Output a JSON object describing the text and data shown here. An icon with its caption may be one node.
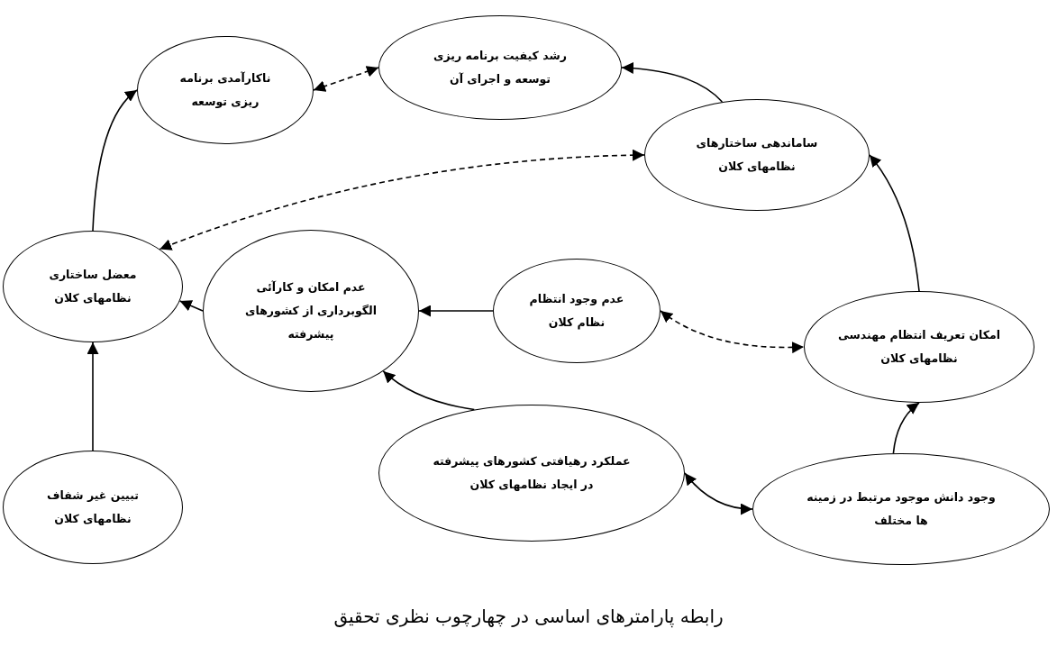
{
  "diagram": {
    "caption": "رابطه پارامترهای اساسی در چهارچوب نظری تحقیق",
    "nodes": [
      {
        "text": [
          "ناکارآمدی برنامه ریزی توسعه"
        ]
      },
      {
        "text": [
          "رشد کیفیت برنامه ریزی توسعه و اجرای آن"
        ]
      },
      {
        "text": [
          "ساماندهی ساختارهای نظامهای کلان"
        ]
      },
      {
        "text": [
          "معضل ساختاری نظامهای کلان"
        ]
      },
      {
        "text": [
          "عدم امکان و کارآئی الگوبرداری از کشورهای پیشرفته"
        ]
      },
      {
        "text": [
          "عدم وجود انتظام نظام کلان"
        ]
      },
      {
        "text": [
          "امکان تعریف انتظام مهندسی نظامهای کلان"
        ]
      },
      {
        "text": [
          "تبیین غیر شفاف نظامهای کلان"
        ]
      },
      {
        "text": [
          "عملکرد رهیافتی کشورهای پیشرفته در ایجاد نظامهای کلان"
        ]
      },
      {
        "text": [
          "وجود دانش موجود مرتبط در زمینه ها مختلف"
        ]
      }
    ],
    "edges": [
      {
        "from": 3,
        "to": 0,
        "arrow": "to"
      },
      {
        "from": 0,
        "to": 1,
        "arrow": "both",
        "style": "dashed"
      },
      {
        "from": 2,
        "to": 1,
        "arrow": "to"
      },
      {
        "from": 2,
        "to": 3,
        "arrow": "both",
        "style": "dashed"
      },
      {
        "from": 6,
        "to": 2,
        "arrow": "to"
      },
      {
        "from": 4,
        "to": 3,
        "arrow": "to"
      },
      {
        "from": 5,
        "to": 4,
        "arrow": "to"
      },
      {
        "from": 5,
        "to": 6,
        "arrow": "both",
        "style": "dashed"
      },
      {
        "from": 8,
        "to": 4,
        "arrow": "to"
      },
      {
        "from": 8,
        "to": 9,
        "arrow": "both"
      },
      {
        "from": 9,
        "to": 6,
        "arrow": "to"
      },
      {
        "from": 7,
        "to": 3,
        "arrow": "to"
      }
    ]
  }
}
